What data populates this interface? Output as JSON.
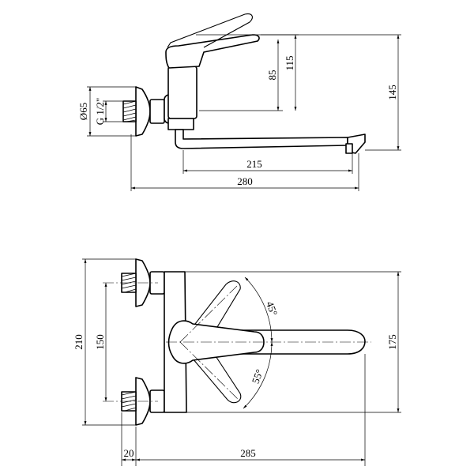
{
  "drawing": {
    "side_view": {
      "dimensions": {
        "height_lever": "85",
        "height_top": "115",
        "height_total": "145",
        "spout_reach": "215",
        "total_length": "280",
        "flange_diameter": "Ø65",
        "thread": "G 1/2\""
      }
    },
    "top_view": {
      "dimensions": {
        "overall_width": "210",
        "center_distance": "150",
        "spout_span": "175",
        "lever_angle_up": "45°",
        "lever_angle_down": "55°",
        "offset": "20",
        "reach": "285"
      }
    }
  }
}
